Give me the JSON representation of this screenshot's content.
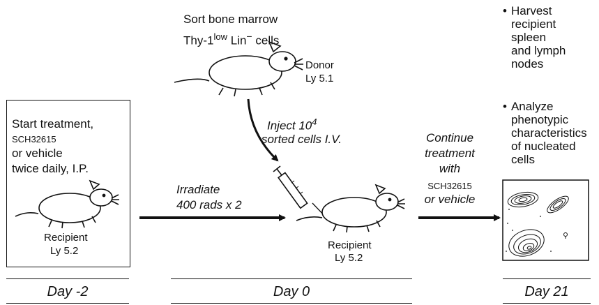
{
  "donor": {
    "line1": "Sort bone marrow",
    "line2_prefix": "Thy-1",
    "line2_sup": "low",
    "line2_mid": " Lin",
    "line2_sup2": "−",
    "line2_suffix": "  cells",
    "label1": "Donor",
    "label2": "Ly 5.1"
  },
  "inject": {
    "line1": "Inject 10",
    "line1_sup": "4",
    "line2": "sorted cells I.V."
  },
  "start_box": {
    "line1": "Start treatment,",
    "line2": "SCH32615",
    "line3": "or vehicle",
    "line4": "twice daily, I.P.",
    "label1": "Recipient",
    "label2": "Ly 5.2"
  },
  "irradiate": {
    "line1": "Irradiate",
    "line2": "400 rads  x 2"
  },
  "recipient_mid": {
    "label1": "Recipient",
    "label2": "Ly 5.2"
  },
  "continue": {
    "line1": "Continue",
    "line2": "treatment",
    "line3": "with",
    "line4": "SCH32615",
    "line5": "or vehicle"
  },
  "harvest": {
    "bullet": "•",
    "lines": [
      "Harvest",
      "recipient",
      "spleen",
      "and lymph",
      "nodes"
    ]
  },
  "analyze": {
    "bullet": "•",
    "lines": [
      "Analyze",
      "phenotypic",
      "characteristics",
      "of nucleated",
      "cells"
    ]
  },
  "timeline": {
    "day1": "Day -2",
    "day2": "Day 0",
    "day3": "Day 21"
  }
}
